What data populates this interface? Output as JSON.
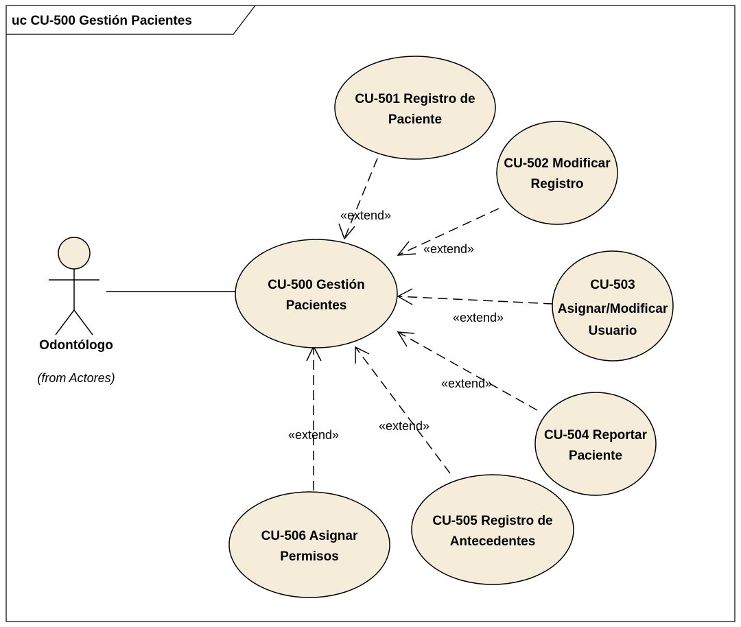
{
  "frame": {
    "title": "uc CU-500 Gestión Pacientes"
  },
  "actor": {
    "name": "Odontólogo",
    "from": "(from Actores)"
  },
  "use_cases": {
    "cu500": [
      "CU-500 Gestión",
      "Pacientes"
    ],
    "cu501": [
      "CU-501 Registro de",
      "Paciente"
    ],
    "cu502": [
      "CU-502 Modificar",
      "Registro"
    ],
    "cu503": [
      "CU-503",
      "Asignar/Modificar",
      "Usuario"
    ],
    "cu504": [
      "CU-504 Reportar",
      "Paciente"
    ],
    "cu505": [
      "CU-505 Registro de",
      "Antecedentes"
    ],
    "cu506": [
      "CU-506 Asignar",
      "Permisos"
    ]
  },
  "relationships": {
    "r501": "«extend»",
    "r502": "«extend»",
    "r503": "«extend»",
    "r504": "«extend»",
    "r505": "«extend»",
    "r506": "«extend»"
  },
  "colors": {
    "use_case_fill": "#f5ecda",
    "stroke": "#000000"
  }
}
